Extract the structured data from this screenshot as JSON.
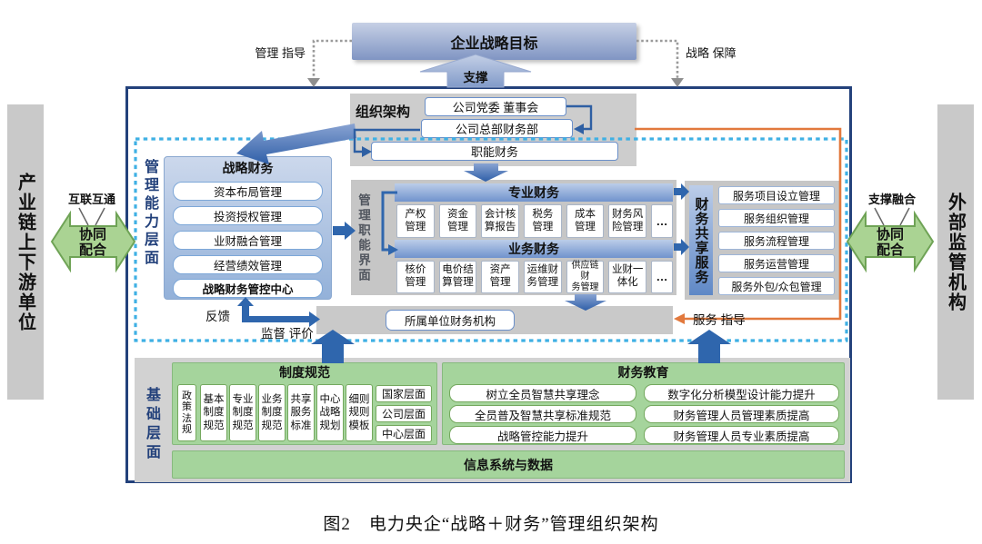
{
  "top": {
    "banner": "企业战略目标",
    "left_label": "管理 指导",
    "right_label": "战略 保障",
    "support": "支撑"
  },
  "sides": {
    "left_bar": "产业链上下游单位",
    "right_bar": "外部监管机构",
    "left_link_top": "互联互通",
    "right_link_top": "支撑融合",
    "link_arrow": "协同\n配合"
  },
  "org": {
    "label": "组织架构",
    "party": "公司党委 董事会",
    "hq": "公司总部财务部",
    "functional": "职能财务"
  },
  "capability": {
    "layer": "管理能力层面",
    "strategic_title": "战略财务",
    "items": [
      "资本布局管理",
      "投资授权管理",
      "业财融合管理",
      "经营绩效管理",
      "战略财务管控中心"
    ],
    "feedback": "反馈",
    "supervise": "监督 评价"
  },
  "function_layer": {
    "layer": "管理职能界面",
    "professional_title": "专业财务",
    "professional": [
      "产权\n管理",
      "资金\n管理",
      "会计核\n算报告",
      "税务\n管理",
      "成本\n管理",
      "财务风\n险管理",
      "…"
    ],
    "business_title": "业务财务",
    "business": [
      "核价\n管理",
      "电价结\n算管理",
      "资产\n管理",
      "运维财\n务管理",
      "供应链财\n务管理",
      "业财一\n体化",
      "…"
    ]
  },
  "shared": {
    "title": "财务共享服务",
    "items": [
      "服务项目设立管理",
      "服务组织管理",
      "服务流程管理",
      "服务运营管理",
      "服务外包/众包管理"
    ],
    "service_label": "服务 指导"
  },
  "subordinate": {
    "label": "所属单位财务机构"
  },
  "foundation": {
    "layer": "基础层面",
    "rules_title": "制度规范",
    "policy": "政\n策\n法\n规",
    "rule_items": [
      "基本\n制度\n规范",
      "专业\n制度\n规范",
      "业务\n制度\n规范",
      "共享\n服务\n标准",
      "中心\n战略\n规划",
      "细则\n规则\n模板"
    ],
    "levels": [
      "国家层面",
      "公司层面",
      "中心层面"
    ],
    "edu_title": "财务教育",
    "edu_left": [
      "树立全员智慧共享理念",
      "全员普及智慧共享标准规范",
      "战略管控能力提升"
    ],
    "edu_right": [
      "数字化分析模型设计能力提升",
      "财务管理人员管理素质提高",
      "财务管理人员专业素质提高"
    ],
    "info": "信息系统与数据"
  },
  "caption": "图2　电力央企“战略＋财务”管理组织架构",
  "colors": {
    "navy": "#23417b",
    "blue_arrow": "#2f66ad",
    "dashed_border": "#3fb0e4",
    "orange": "#e2793d",
    "green": "#a5d49c"
  }
}
